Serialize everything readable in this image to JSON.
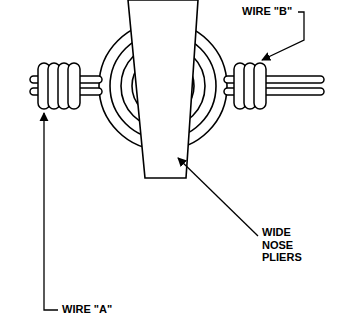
{
  "diagram": {
    "labels": [
      "WIRE \"B\"",
      "WIRE \"A\"",
      "WIDE NOSE PLIERS"
    ]
  }
}
